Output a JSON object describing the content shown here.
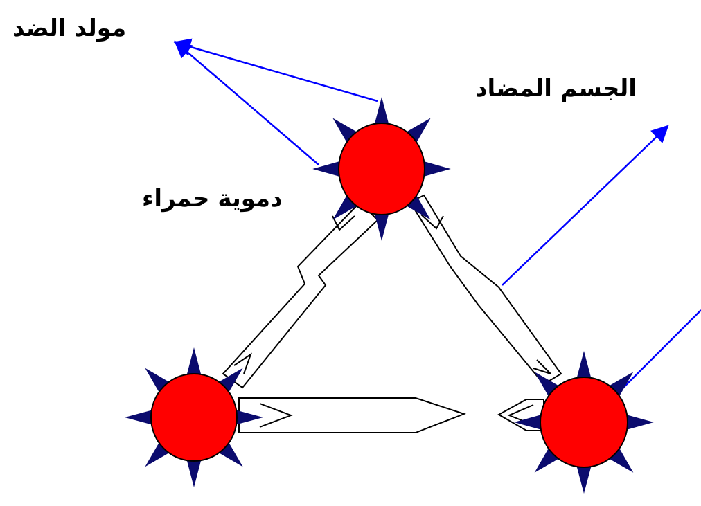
{
  "labels": {
    "antigen": "مولد الضد",
    "antibody": "الجسم المضاد",
    "red_blood_cell": "دموية حمراء"
  },
  "colors": {
    "cell_fill": "#ff0000",
    "spike_fill": "#0b0b6e",
    "arrow": "#0000ff",
    "outline": "#000000"
  },
  "icons": {
    "cell": "red-blood-cell-icon",
    "spike": "antigen-spike-icon"
  }
}
